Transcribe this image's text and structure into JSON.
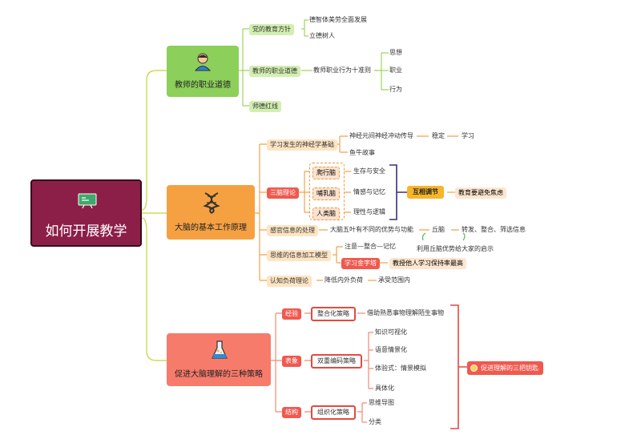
{
  "root": {
    "title": "如何开展教学"
  },
  "branches": {
    "ethics": {
      "title": "教师的职业道德",
      "icon": "teacher-avatar-icon",
      "policy": "党的教育方针",
      "policy_items": [
        "德智体美劳全面发展",
        "立德树人"
      ],
      "conduct": "教师的职业道德",
      "conduct_mid": "教师职业行为十准则",
      "conduct_items": [
        "思想",
        "职业",
        "行为"
      ],
      "redline": "师德红线"
    },
    "brain": {
      "title": "大脑的基本工作原理",
      "icon": "dna-icon",
      "neuro": "学习发生的神经学基础",
      "neuro_a": "神经元间神经冲动传导",
      "neuro_a2": "稳定",
      "neuro_a3": "学习",
      "neuro_b": "鱼牛故事",
      "triune": "三脑理论",
      "triune_items": [
        {
          "name": "爬行脑",
          "desc": "生存与安全"
        },
        {
          "name": "哺乳脑",
          "desc": "情感与记忆"
        },
        {
          "name": "人类脑",
          "desc": "理性与逻辑"
        }
      ],
      "coordinate": "互相调节",
      "avoid": "教育要避免焦虑",
      "sensory": "感官信息的处理",
      "sensory_a": "大脑五叶有不同的优势与功能",
      "sensory_b": "丘脑",
      "sensory_c": "转发、整合、筛选信息",
      "sensory_note": "利用丘脑优势给大家的启示",
      "process": "思维的信息加工模型",
      "process_a": "注意—整合—记忆",
      "process_b": "学习金字塔",
      "process_c": "教授他人学习保持率最高",
      "load": "认知负荷理论",
      "load_a": "降低内外负荷",
      "load_b": "承受范围内"
    },
    "strategy": {
      "title": "促进大脑理解的三种策略",
      "icon": "flask-icon",
      "exp": "经验",
      "exp_strategy": "整合化策略",
      "exp_desc": "借助熟悉事物理解陌生事物",
      "rep": "表象",
      "rep_strategy": "双重编码策略",
      "rep_items": [
        "知识可视化",
        "语意情景化",
        "体验式：情景模拟",
        "具体化"
      ],
      "struct": "结构",
      "struct_strategy": "组织化策略",
      "struct_items": [
        "思维导图",
        "分类"
      ],
      "keys": "促进理解的三把钥匙"
    }
  },
  "colors": {
    "root": "#8c1f47",
    "green": "#8ccf5a",
    "orange": "#f5a142",
    "coral": "#f77b6b",
    "red": "#e44a3f"
  }
}
